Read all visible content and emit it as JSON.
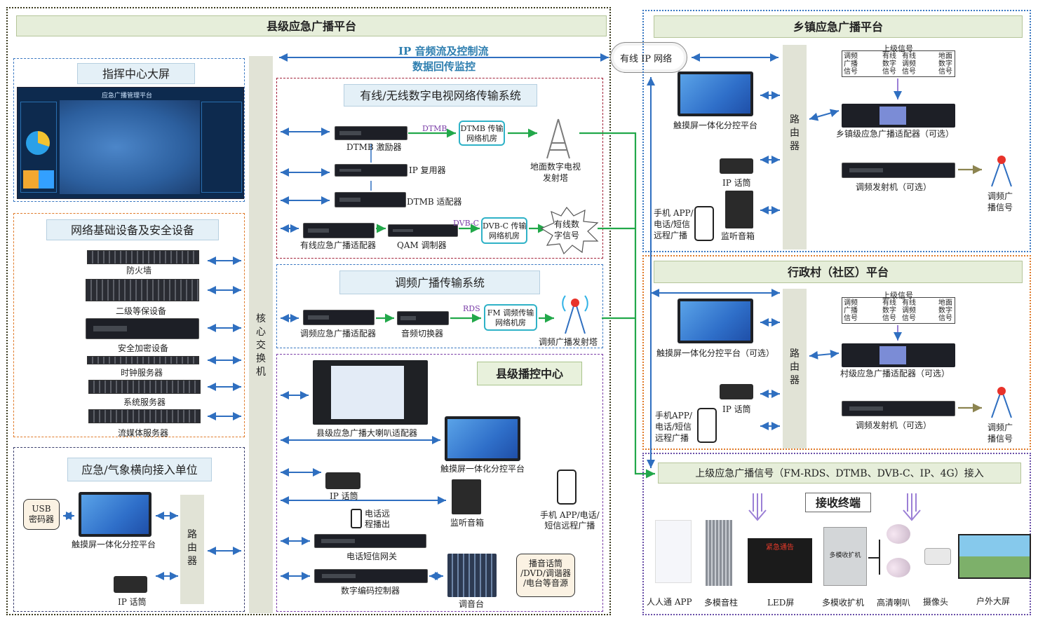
{
  "county_platform": {
    "title": "县级应急广播平台",
    "ip_stream": {
      "line1": "IP 音频流及控制流",
      "line2": "数据回传监控"
    },
    "command_center": {
      "title": "指挥中心大屏",
      "screen_title": "应急广播管理平台"
    },
    "network_devices": {
      "title": "网络基础设备及安全设备",
      "items": [
        "防火墙",
        "二级等保设备",
        "安全加密设备",
        "时钟服务器",
        "系统服务器",
        "流媒体服务器"
      ]
    },
    "access_unit": {
      "title": "应急/气象横向接入单位",
      "usb": "USB\n密码器",
      "touch": "触摸屏一体化分控平台",
      "mic": "IP 话筒",
      "router": "路由器"
    },
    "core_switch": "核心交换机",
    "tv_system": {
      "title": "有线/无线数字电视网络传输系统",
      "dtmb_exciter": "DTMB 激励器",
      "dtmb_tag": "DTMB",
      "dtmb_room": "DTMB 传输\n网络机房",
      "tower": "地面数字电视\n发射塔",
      "ip_mux": "IP 复用器",
      "dtmb_adapter": "DTMB 适配器",
      "cable_adapter": "有线应急广播适配器",
      "qam": "QAM 调制器",
      "dvbc_tag": "DVB-C",
      "dvbc_room": "DVB-C 传输\n网络机房",
      "cable_signal": "有线数\n字信号"
    },
    "fm_system": {
      "title": "调频广播传输系统",
      "fm_adapter": "调频应急广播适配器",
      "audio_switch": "音频切换器",
      "rds_tag": "RDS",
      "fm_room": "FM 调频传输\n网络机房",
      "fm_tower": "调频广播发射塔"
    },
    "control_center": {
      "title": "县级播控中心",
      "speaker_adapter": "县级应急广播大喇叭适配器",
      "touch": "触摸屏一体化分控平台",
      "mic": "IP 话筒",
      "monitor": "监听音箱",
      "phone": "手机 APP/电话/\n短信远程广播",
      "phone_remote": "电话远\n程播出",
      "sms_gateway": "电话短信网关",
      "encoder": "数字编码控制器",
      "mixer": "调音台",
      "sources": "播音话筒\n/DVD/调谐器\n/电台等音源"
    }
  },
  "cable_ip_network": "有线 IP 网络",
  "town_platform": {
    "title": "乡镇应急广播平台",
    "touch": "触摸屏一体化分控平台",
    "mic": "IP 话筒",
    "phone": "手机 APP/\n电话/短信\n远程广播",
    "monitor": "监听音箱",
    "router": "路由器",
    "upper_signal": "上级信号",
    "signals": [
      "调频\n广播\n信号",
      "有线\n数字\n信号",
      "有线\n调频\n信号",
      "地面\n数字\n信号"
    ],
    "adapter": "乡镇级应急广播适配器（可选）",
    "transmitter": "调频发射机（可选）",
    "fm_signal": "调频广\n播信号"
  },
  "village_platform": {
    "title": "行政村（社区）平台",
    "touch": "触摸屏一体化分控平台（可选）",
    "mic": "IP 话筒",
    "phone": "手机APP/\n电话/短信\n远程广播",
    "router": "路由器",
    "upper_signal": "上级信号",
    "signals": [
      "调频\n广播\n信号",
      "有线\n数字\n信号",
      "有线\n调频\n信号",
      "地面\n数字\n信号"
    ],
    "adapter": "村级应急广播适配器（可选）",
    "transmitter": "调频发射机（可选）",
    "fm_signal": "调频广\n播信号"
  },
  "terminals": {
    "upper_access": "上级应急广播信号（FM-RDS、DTMB、DVB-C、IP、4G）接入",
    "title": "接收终端",
    "items": [
      "人人通 APP",
      "多模音柱",
      "LED屏",
      "多模收扩机",
      "高清喇叭",
      "摄像头",
      "户外大屏"
    ],
    "led_text": "紧急通告",
    "amp_text": "多模收扩机"
  },
  "colors": {
    "green_line": "#22a84a",
    "blue_line": "#2f6fc0",
    "arrow_purple": "#9b7fd6",
    "arrow_olive": "#8c8450"
  }
}
